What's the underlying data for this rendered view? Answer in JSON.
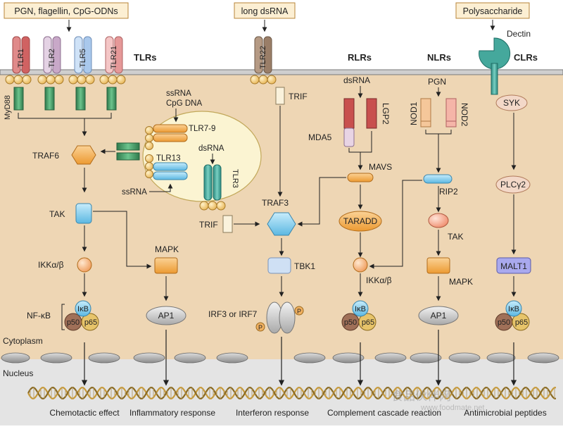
{
  "ligands": {
    "tlr": "PGN, flagellin, CpG-ODNs",
    "dsrna": "long dsRNA",
    "clr": "Polysaccharide"
  },
  "families": {
    "tlrs": "TLRs",
    "rlrs": "RLRs",
    "nlrs": "NLRs",
    "clrs": "CLRs"
  },
  "receptors": {
    "tlr1": "TLR1",
    "tlr2": "TLR2",
    "tlr5": "TLR5",
    "tlr21": "TLR21",
    "tlr22": "TLR22",
    "tlr7_9": "TLR7-9",
    "tlr13": "TLR13",
    "tlr3": "TLR3",
    "dectin": "Dectin",
    "mda5": "MDA5",
    "lgp2": "LGP2",
    "nod1": "NOD1",
    "nod2": "NOD2"
  },
  "ligand_labels": {
    "ssrna_cpg_line1": "ssRNA",
    "ssrna_cpg_line2": "CpG DNA",
    "dsrna_endo": "dsRNA",
    "ssrna_low": "ssRNA",
    "dsrna_rlr": "dsRNA",
    "pgn_nlr": "PGN"
  },
  "adaptors": {
    "myd88": "MyD88",
    "trif_top": "TRIF",
    "trif_low": "TRIF",
    "mavs": "MAVS",
    "syk": "SYK"
  },
  "nodes": {
    "traf6": "TRAF6",
    "tak_left": "TAK",
    "ikk_left": "IKKα/β",
    "mapk_left": "MAPK",
    "traf3": "TRAF3",
    "tbk1": "TBK1",
    "irf": "IRF3 or IRF7",
    "p_letter": "P",
    "taradd": "TARADD",
    "ikk_rlr": "IKKα/β",
    "rip2": "RIP2",
    "tak_nlr": "TAK",
    "mapk_nlr": "MAPK",
    "plcg2": "PLCγ2",
    "malt1": "MALT1"
  },
  "factors": {
    "nfkb": "NF-κB",
    "ikb": "IκB",
    "p50": "p50",
    "p65": "p65",
    "ap1": "AP1"
  },
  "compartments": {
    "cytoplasm": "Cytoplasm",
    "nucleus": "Nucleus"
  },
  "outcomes": [
    "Chemotactic effect",
    "Inflammatory response",
    "Interferon response",
    "Complement cascade reaction",
    "Antimicrobial peptides"
  ],
  "watermark": {
    "cn": "食品伙伴网",
    "url": "www.foodmate.net"
  },
  "colors": {
    "cytoplasm": "#eed6b4",
    "nucleus": "#e4e4e4",
    "tlr_green": "#3a8f5a",
    "orange": "#f0a94a",
    "blue": "#7ec8e8",
    "teal": "#45a89c"
  }
}
